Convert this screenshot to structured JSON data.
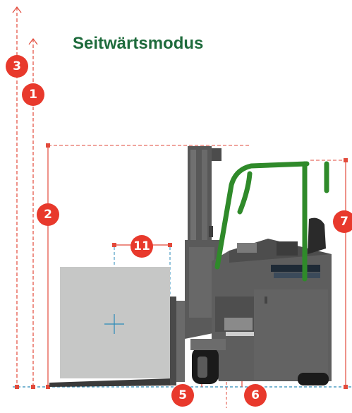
{
  "title": "Seitwärtsmodus",
  "colors": {
    "title": "#1e6b3c",
    "marker": "#e8392c",
    "marker_text": "#ffffff",
    "dim_line": "#e24a3b",
    "load_guide": "#2a8ab8",
    "load": "#c6c7c6",
    "truck_body": "#5e5e5e",
    "cage": "#2f8a2a"
  },
  "markers": [
    {
      "id": "3",
      "label": "3"
    },
    {
      "id": "1",
      "label": "1"
    },
    {
      "id": "2",
      "label": "2"
    },
    {
      "id": "11",
      "label": "11"
    },
    {
      "id": "7",
      "label": "7"
    },
    {
      "id": "5",
      "label": "5"
    },
    {
      "id": "6",
      "label": "6"
    }
  ]
}
